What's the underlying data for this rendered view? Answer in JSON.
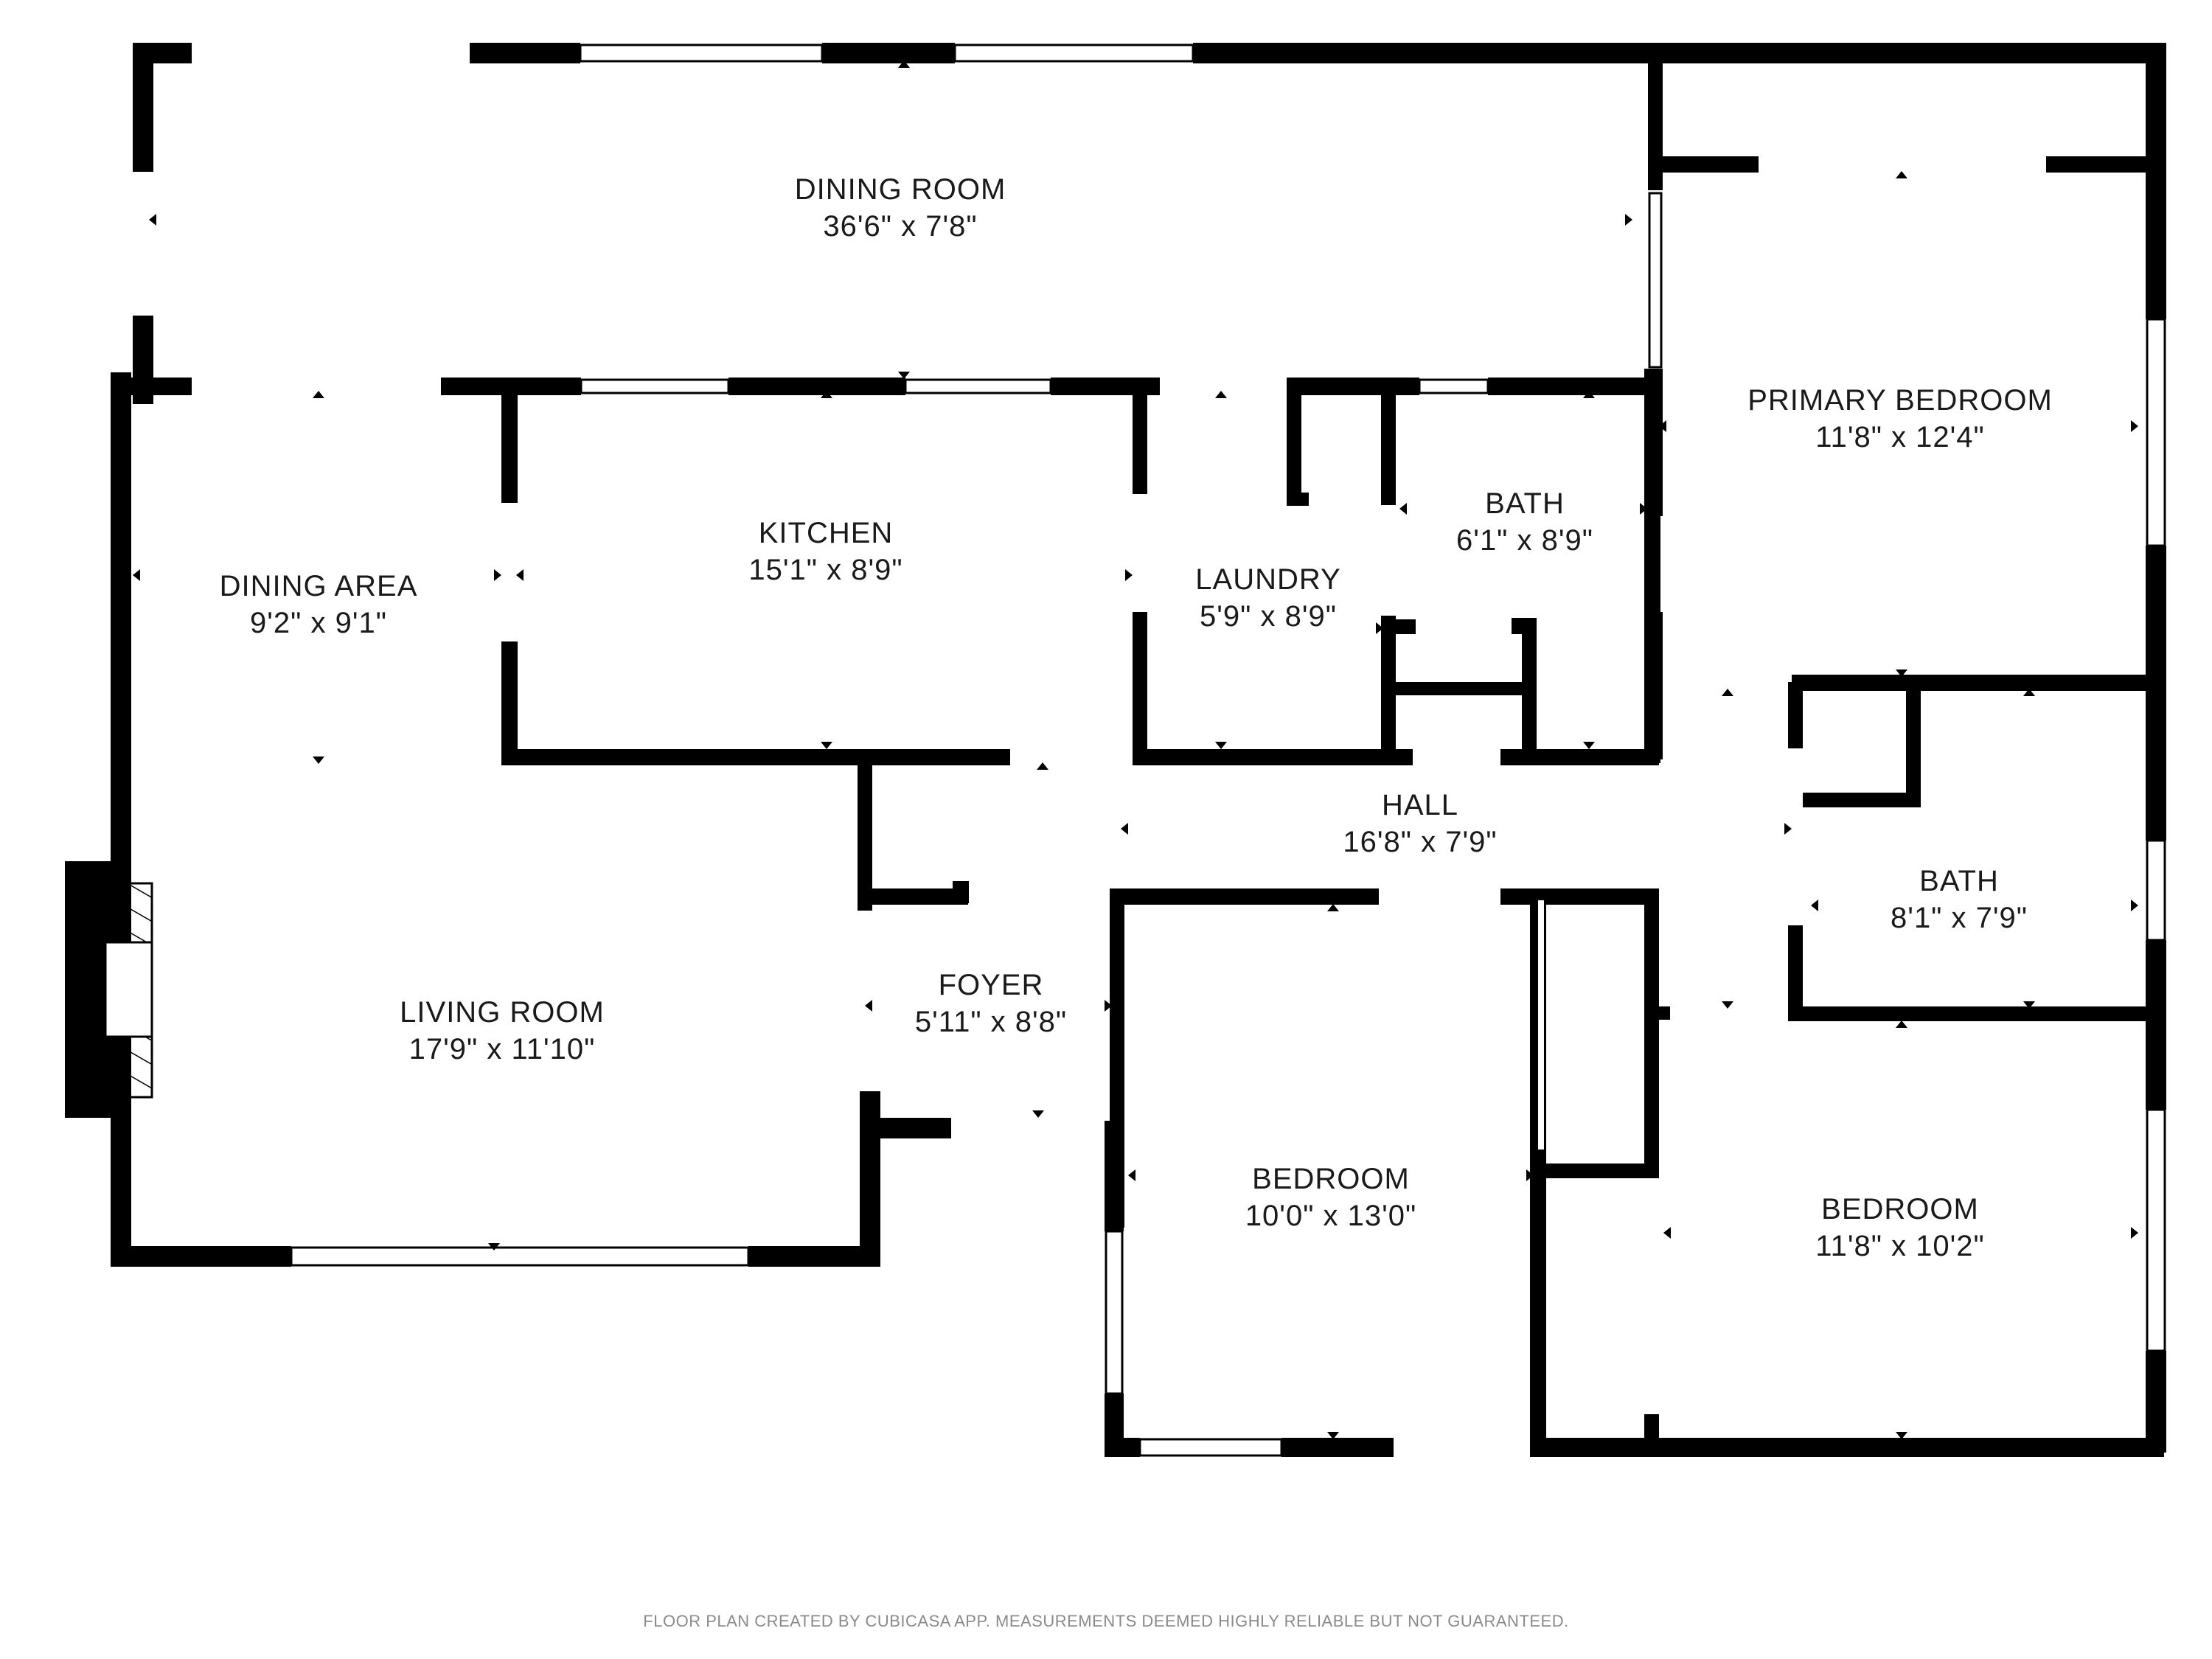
{
  "rooms": {
    "dining_room": {
      "name": "DINING ROOM",
      "dims": "36'6\" x 7'8\""
    },
    "primary_bedroom": {
      "name": "PRIMARY BEDROOM",
      "dims": "11'8\" x 12'4\""
    },
    "dining_area": {
      "name": "DINING AREA",
      "dims": "9'2\" x 9'1\""
    },
    "kitchen": {
      "name": "KITCHEN",
      "dims": "15'1\" x 8'9\""
    },
    "laundry": {
      "name": "LAUNDRY",
      "dims": "5'9\" x 8'9\""
    },
    "bath_1": {
      "name": "BATH",
      "dims": "6'1\" x 8'9\""
    },
    "hall": {
      "name": "HALL",
      "dims": "16'8\" x 7'9\""
    },
    "bath_2": {
      "name": "BATH",
      "dims": "8'1\" x 7'9\""
    },
    "living_room": {
      "name": "LIVING ROOM",
      "dims": "17'9\" x 11'10\""
    },
    "foyer": {
      "name": "FOYER",
      "dims": "5'11\" x 8'8\""
    },
    "bedroom_1": {
      "name": "BEDROOM",
      "dims": "10'0\" x 13'0\""
    },
    "bedroom_2": {
      "name": "BEDROOM",
      "dims": "11'8\" x 10'2\""
    }
  },
  "footer": "FLOOR PLAN CREATED BY CUBICASA APP. MEASUREMENTS DEEMED HIGHLY RELIABLE BUT NOT GUARANTEED.",
  "colors": {
    "wall": "#000000",
    "background": "#ffffff",
    "text": "#1a1a1a",
    "footer_text": "#8a8a8a"
  }
}
